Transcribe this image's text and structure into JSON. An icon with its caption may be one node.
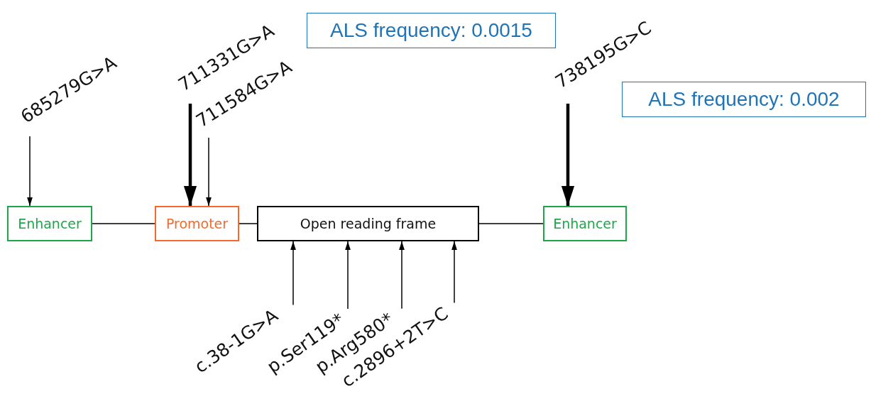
{
  "diagram": {
    "nodes": [
      {
        "text": [
          "Enhancer"
        ]
      },
      {
        "text": [
          "Promoter"
        ]
      },
      {
        "text": [
          "Open reading frame"
        ]
      },
      {
        "text": [
          "Enhancer"
        ]
      },
      {
        "text": [
          "685279G>A"
        ]
      },
      {
        "text": [
          "711331G>A"
        ]
      },
      {
        "text": [
          "711584G>A"
        ]
      },
      {
        "text": [
          "738195G>C"
        ]
      },
      {
        "text": [
          "c.38-1G>A"
        ]
      },
      {
        "text": [
          "p.Ser119*"
        ]
      },
      {
        "text": [
          "p.Arg580*"
        ]
      },
      {
        "text": [
          "c.2896+2T>C"
        ]
      },
      {
        "text": [
          "ALS frequency: 0.0015"
        ]
      },
      {
        "text": [
          "ALS frequency: 0.002"
        ]
      }
    ],
    "edges": [
      {
        "from": 0,
        "to": 1,
        "arrow": "none"
      },
      {
        "from": 1,
        "to": 2,
        "arrow": "none"
      },
      {
        "from": 2,
        "to": 3,
        "arrow": "none"
      },
      {
        "from": 4,
        "to": 0,
        "arrow": "to"
      },
      {
        "from": 5,
        "to": 1,
        "arrow": "to",
        "style": "thick"
      },
      {
        "from": 6,
        "to": 1,
        "arrow": "to"
      },
      {
        "from": 7,
        "to": 3,
        "arrow": "to",
        "style": "thick"
      },
      {
        "from": 8,
        "to": 2,
        "arrow": "to"
      },
      {
        "from": 9,
        "to": 2,
        "arrow": "to"
      },
      {
        "from": 10,
        "to": 2,
        "arrow": "to"
      },
      {
        "from": 11,
        "to": 2,
        "arrow": "to"
      }
    ]
  }
}
